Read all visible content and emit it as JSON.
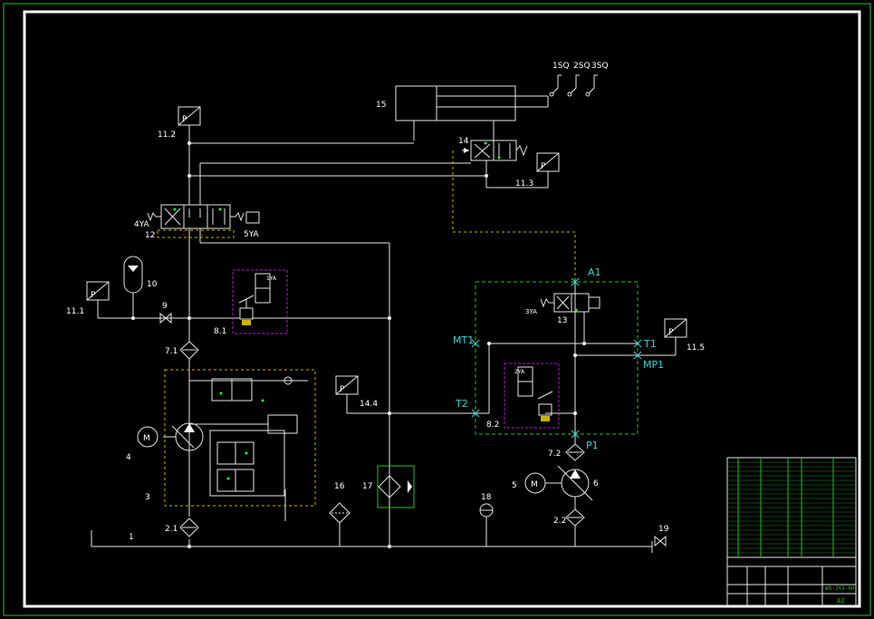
{
  "labels": {
    "sensors": [
      "1SQ",
      "2SQ",
      "3SQ"
    ],
    "cyl": "15",
    "v14": "14",
    "p112": "11.2",
    "p113": "11.3",
    "p111": "11.1",
    "p115": "11.5",
    "p144": "14.4",
    "ya4": "4YA",
    "ya5": "5YA",
    "v12": "12",
    "acc": "10",
    "v9": "9",
    "v81": "8.1",
    "ya1": "1YA",
    "f71": "7.1",
    "motor4": "4",
    "pump3": "3",
    "f21": "2.1",
    "tank1": "1",
    "f16": "16",
    "f17": "17",
    "g18": "18",
    "m5": "5",
    "pump6": "6",
    "f72": "7.2",
    "f22": "2.2",
    "v19": "19",
    "v13": "13",
    "ya3": "3YA",
    "ya2": "2YA",
    "v82": "8.2",
    "motor_m": "M",
    "pressure_p": "P"
  },
  "ports": {
    "a1": "A1",
    "mt1": "MT1",
    "t1": "T1",
    "mp1": "MP1",
    "t2": "T2",
    "p1": "P1"
  },
  "title_block": {
    "drawing_no": "WS-JYJ-00",
    "sheet": "A2"
  }
}
